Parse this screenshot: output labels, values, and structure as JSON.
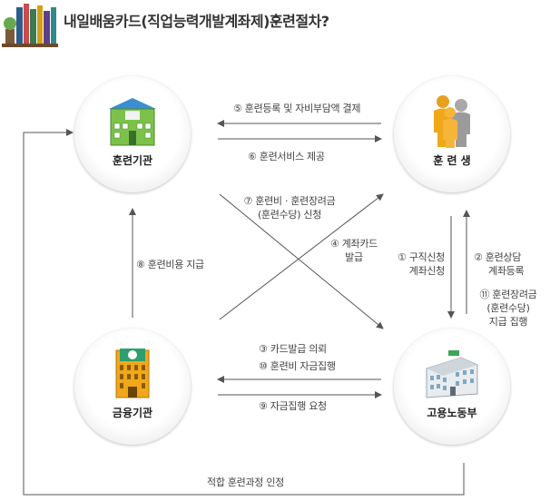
{
  "title": "내일배움카드(직업능력개발계좌제)훈련절차?",
  "nodes": {
    "training_institution": {
      "label": "훈련기관",
      "icon": "school-building-icon"
    },
    "trainee": {
      "label": "훈 련 생",
      "icon": "people-icon"
    },
    "financial_institution": {
      "label": "금융기관",
      "icon": "bank-building-icon"
    },
    "labor_ministry": {
      "label": "고용노동부",
      "icon": "government-building-icon"
    }
  },
  "steps": {
    "s1a": "① 구직신청",
    "s1b": "계좌신청",
    "s2a": "② 훈련상담",
    "s2b": "계좌등록",
    "s3": "③ 카드발급 의뢰",
    "s4a": "④ 계좌카드",
    "s4b": "발급",
    "s5": "⑤ 훈련등록 및 자비부담액 결제",
    "s6": "⑥ 훈련서비스 제공",
    "s7a": "⑦ 훈련비 · 훈련장려금",
    "s7b": "(훈련수당) 신청",
    "s8": "⑧ 훈련비용 지급",
    "s9": "⑨ 자금집행 요청",
    "s10": "⑩ 훈련비 자금집행",
    "s11a": "⑪ 훈련장려금",
    "s11b": "(훈련수당)",
    "s11c": "지급 집행",
    "bottom": "적합 훈련과정 인정"
  },
  "colors": {
    "arrow": "#555555",
    "node_bg": "#f3f3f3",
    "text": "#333333"
  }
}
